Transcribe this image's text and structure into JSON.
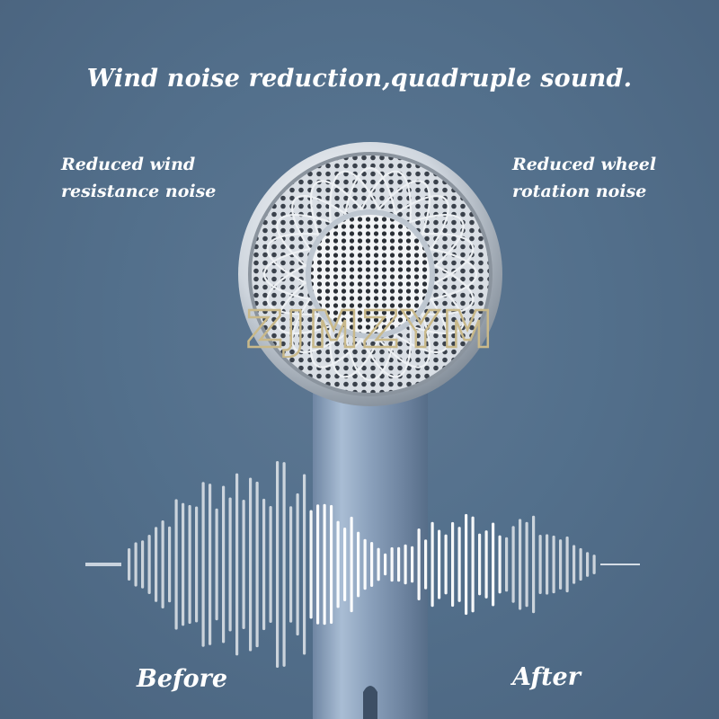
{
  "headline": "Wind noise reduction,quadruple sound.",
  "left_feature": {
    "line1": "Reduced wind",
    "line2": "resistance noise"
  },
  "right_feature": {
    "line1": "Reduced wheel",
    "line2": "rotation noise"
  },
  "waveform": {
    "before_label": "Before",
    "after_label": "After"
  },
  "watermark": "ZJMZYM",
  "colors": {
    "background": "#53708c",
    "text": "#ffffff",
    "handle": "#8fa6c2"
  }
}
